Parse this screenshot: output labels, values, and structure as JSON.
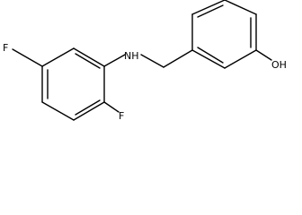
{
  "atoms": {
    "fluorine_top": "F",
    "fluorine_bottom": "F",
    "amine": "NH",
    "hydroxyl": "OH"
  }
}
